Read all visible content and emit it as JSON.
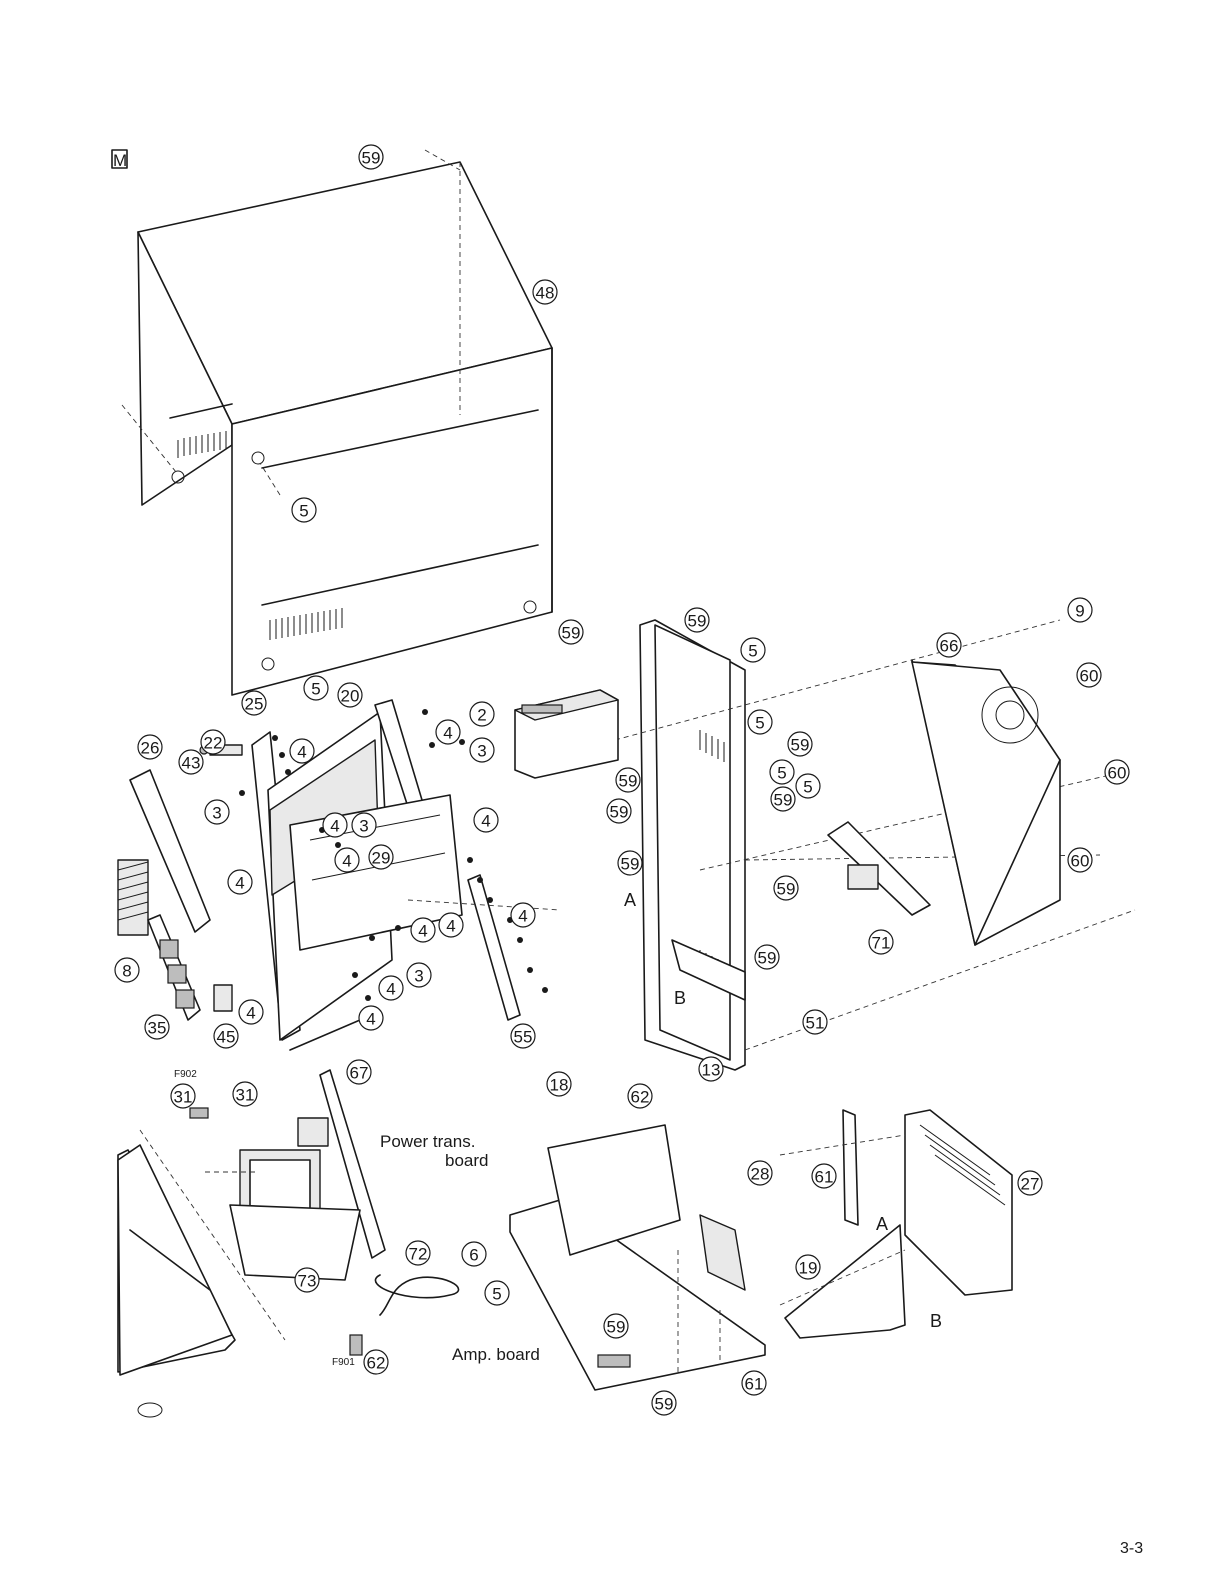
{
  "page_number": "3-3",
  "callouts": [
    "59",
    "48",
    "5",
    "59",
    "5",
    "25",
    "20",
    "2",
    "26",
    "22",
    "43",
    "4",
    "4",
    "3",
    "3",
    "4",
    "3",
    "4",
    "29",
    "4",
    "4",
    "4",
    "4",
    "4",
    "3",
    "4",
    "4",
    "4",
    "8",
    "35",
    "45",
    "55",
    "59",
    "5",
    "5",
    "59",
    "5",
    "59",
    "5",
    "59",
    "59",
    "59",
    "59",
    "59",
    "51",
    "13",
    "66",
    "60",
    "60",
    "60",
    "9",
    "71",
    "31",
    "31",
    "67",
    "73",
    "72",
    "62",
    "18",
    "62",
    "6",
    "5",
    "59",
    "59",
    "61",
    "28",
    "61",
    "19",
    "27"
  ],
  "labels": {
    "power_trans_line1": "Power trans.",
    "power_trans_line2": "board",
    "amp_board": "Amp. board",
    "fuse_f902": "F902",
    "fuse_f901": "F901",
    "corner_mark": "M",
    "point_a": "A",
    "point_b": "B"
  }
}
